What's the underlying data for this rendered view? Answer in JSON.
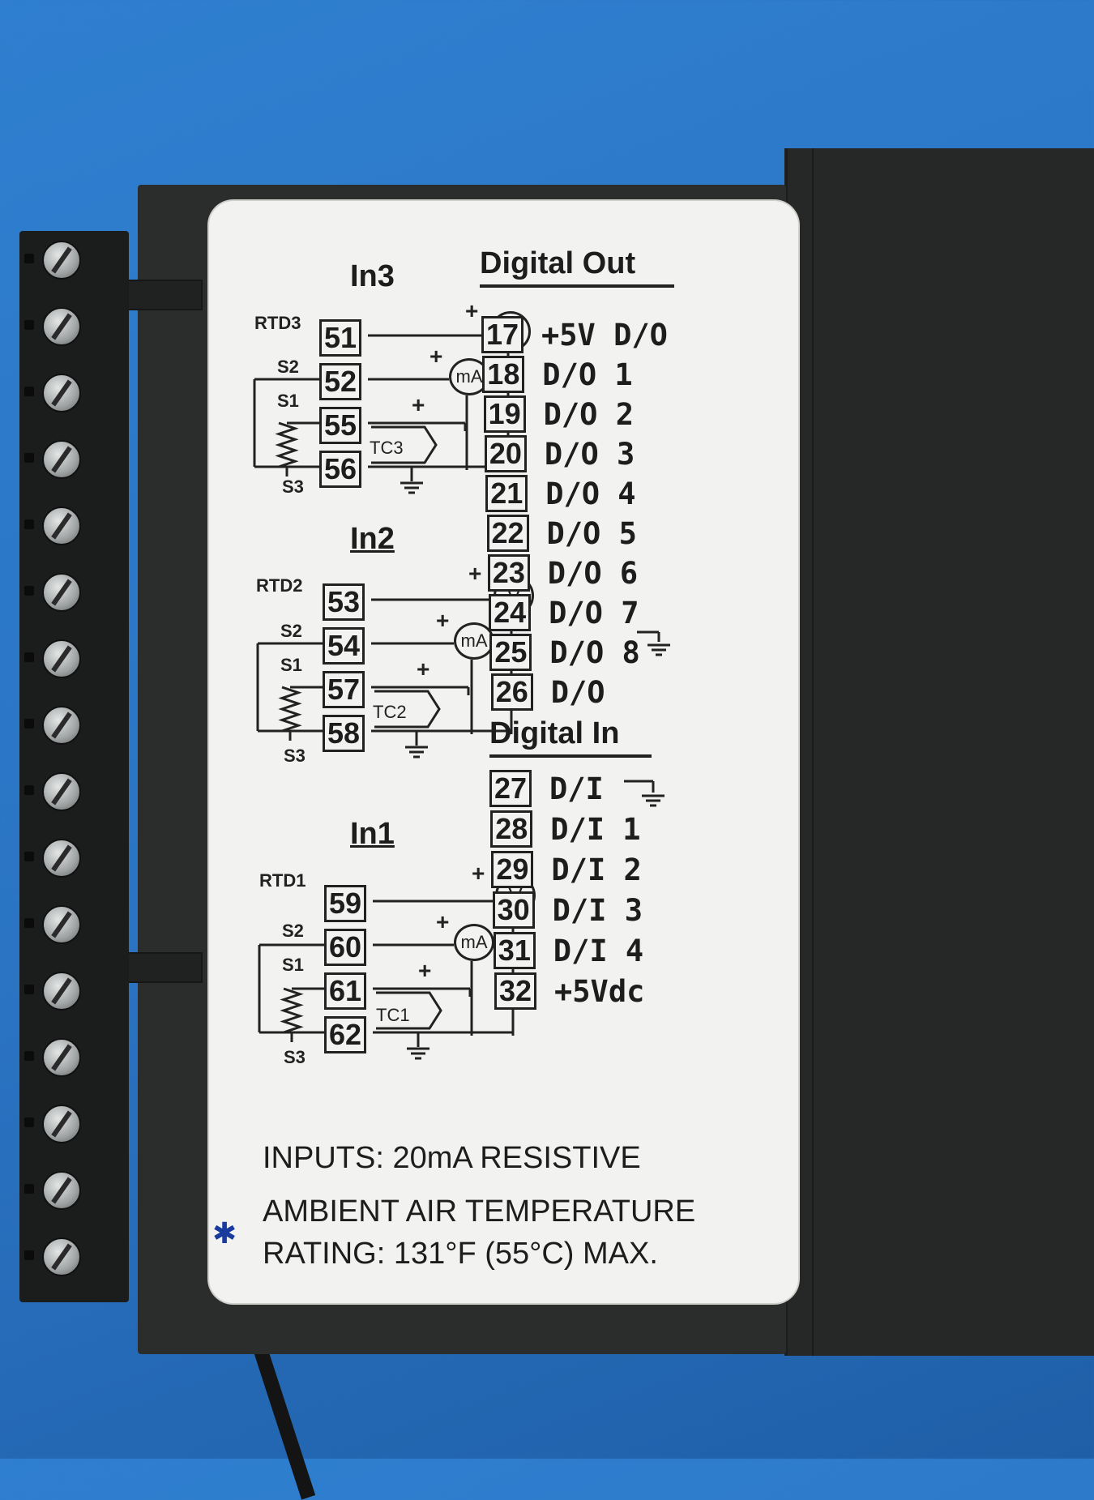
{
  "in3": {
    "heading": "In3",
    "rtd": "RTD3",
    "s2": "S2",
    "s1": "S1",
    "s3": "S3",
    "terminals": [
      "51",
      "52",
      "55",
      "56"
    ],
    "tc": "TC3",
    "v": "V",
    "ma": "mA",
    "plus": "+"
  },
  "in2": {
    "heading": "In2",
    "rtd": "RTD2",
    "s2": "S2",
    "s1": "S1",
    "s3": "S3",
    "terminals": [
      "53",
      "54",
      "57",
      "58"
    ],
    "tc": "TC2",
    "v": "V",
    "ma": "mA",
    "plus": "+"
  },
  "in1": {
    "heading": "In1",
    "rtd": "RTD1",
    "s2": "S2",
    "s1": "S1",
    "s3": "S3",
    "terminals": [
      "59",
      "60",
      "61",
      "62"
    ],
    "tc": "TC1",
    "v": "V",
    "ma": "mA",
    "plus": "+"
  },
  "digital_out": {
    "heading": "Digital Out",
    "rows": [
      {
        "terminal": "17",
        "label": "+5V D/O"
      },
      {
        "terminal": "18",
        "label": "D/O 1"
      },
      {
        "terminal": "19",
        "label": "D/O 2"
      },
      {
        "terminal": "20",
        "label": "D/O 3"
      },
      {
        "terminal": "21",
        "label": "D/O 4"
      },
      {
        "terminal": "22",
        "label": "D/O 5"
      },
      {
        "terminal": "23",
        "label": "D/O 6"
      },
      {
        "terminal": "24",
        "label": "D/O 7"
      },
      {
        "terminal": "25",
        "label": "D/O 8"
      },
      {
        "terminal": "26",
        "label": "D/O"
      }
    ]
  },
  "digital_in": {
    "heading": "Digital In",
    "rows": [
      {
        "terminal": "27",
        "label": "D/I"
      },
      {
        "terminal": "28",
        "label": "D/I 1"
      },
      {
        "terminal": "29",
        "label": "D/I 2"
      },
      {
        "terminal": "30",
        "label": "D/I 3"
      },
      {
        "terminal": "31",
        "label": "D/I 4"
      },
      {
        "terminal": "32",
        "label": "+5Vdc"
      }
    ]
  },
  "notes": {
    "inputs": "INPUTS: 20mA RESISTIVE",
    "ambient_line1": "AMBIENT AIR TEMPERATURE",
    "ambient_line2": "RATING: 131°F  (55°C) MAX."
  },
  "colors": {
    "label_bg": "#f2f2f0",
    "housing": "#2b2d2d",
    "background": "#2a73c2"
  }
}
